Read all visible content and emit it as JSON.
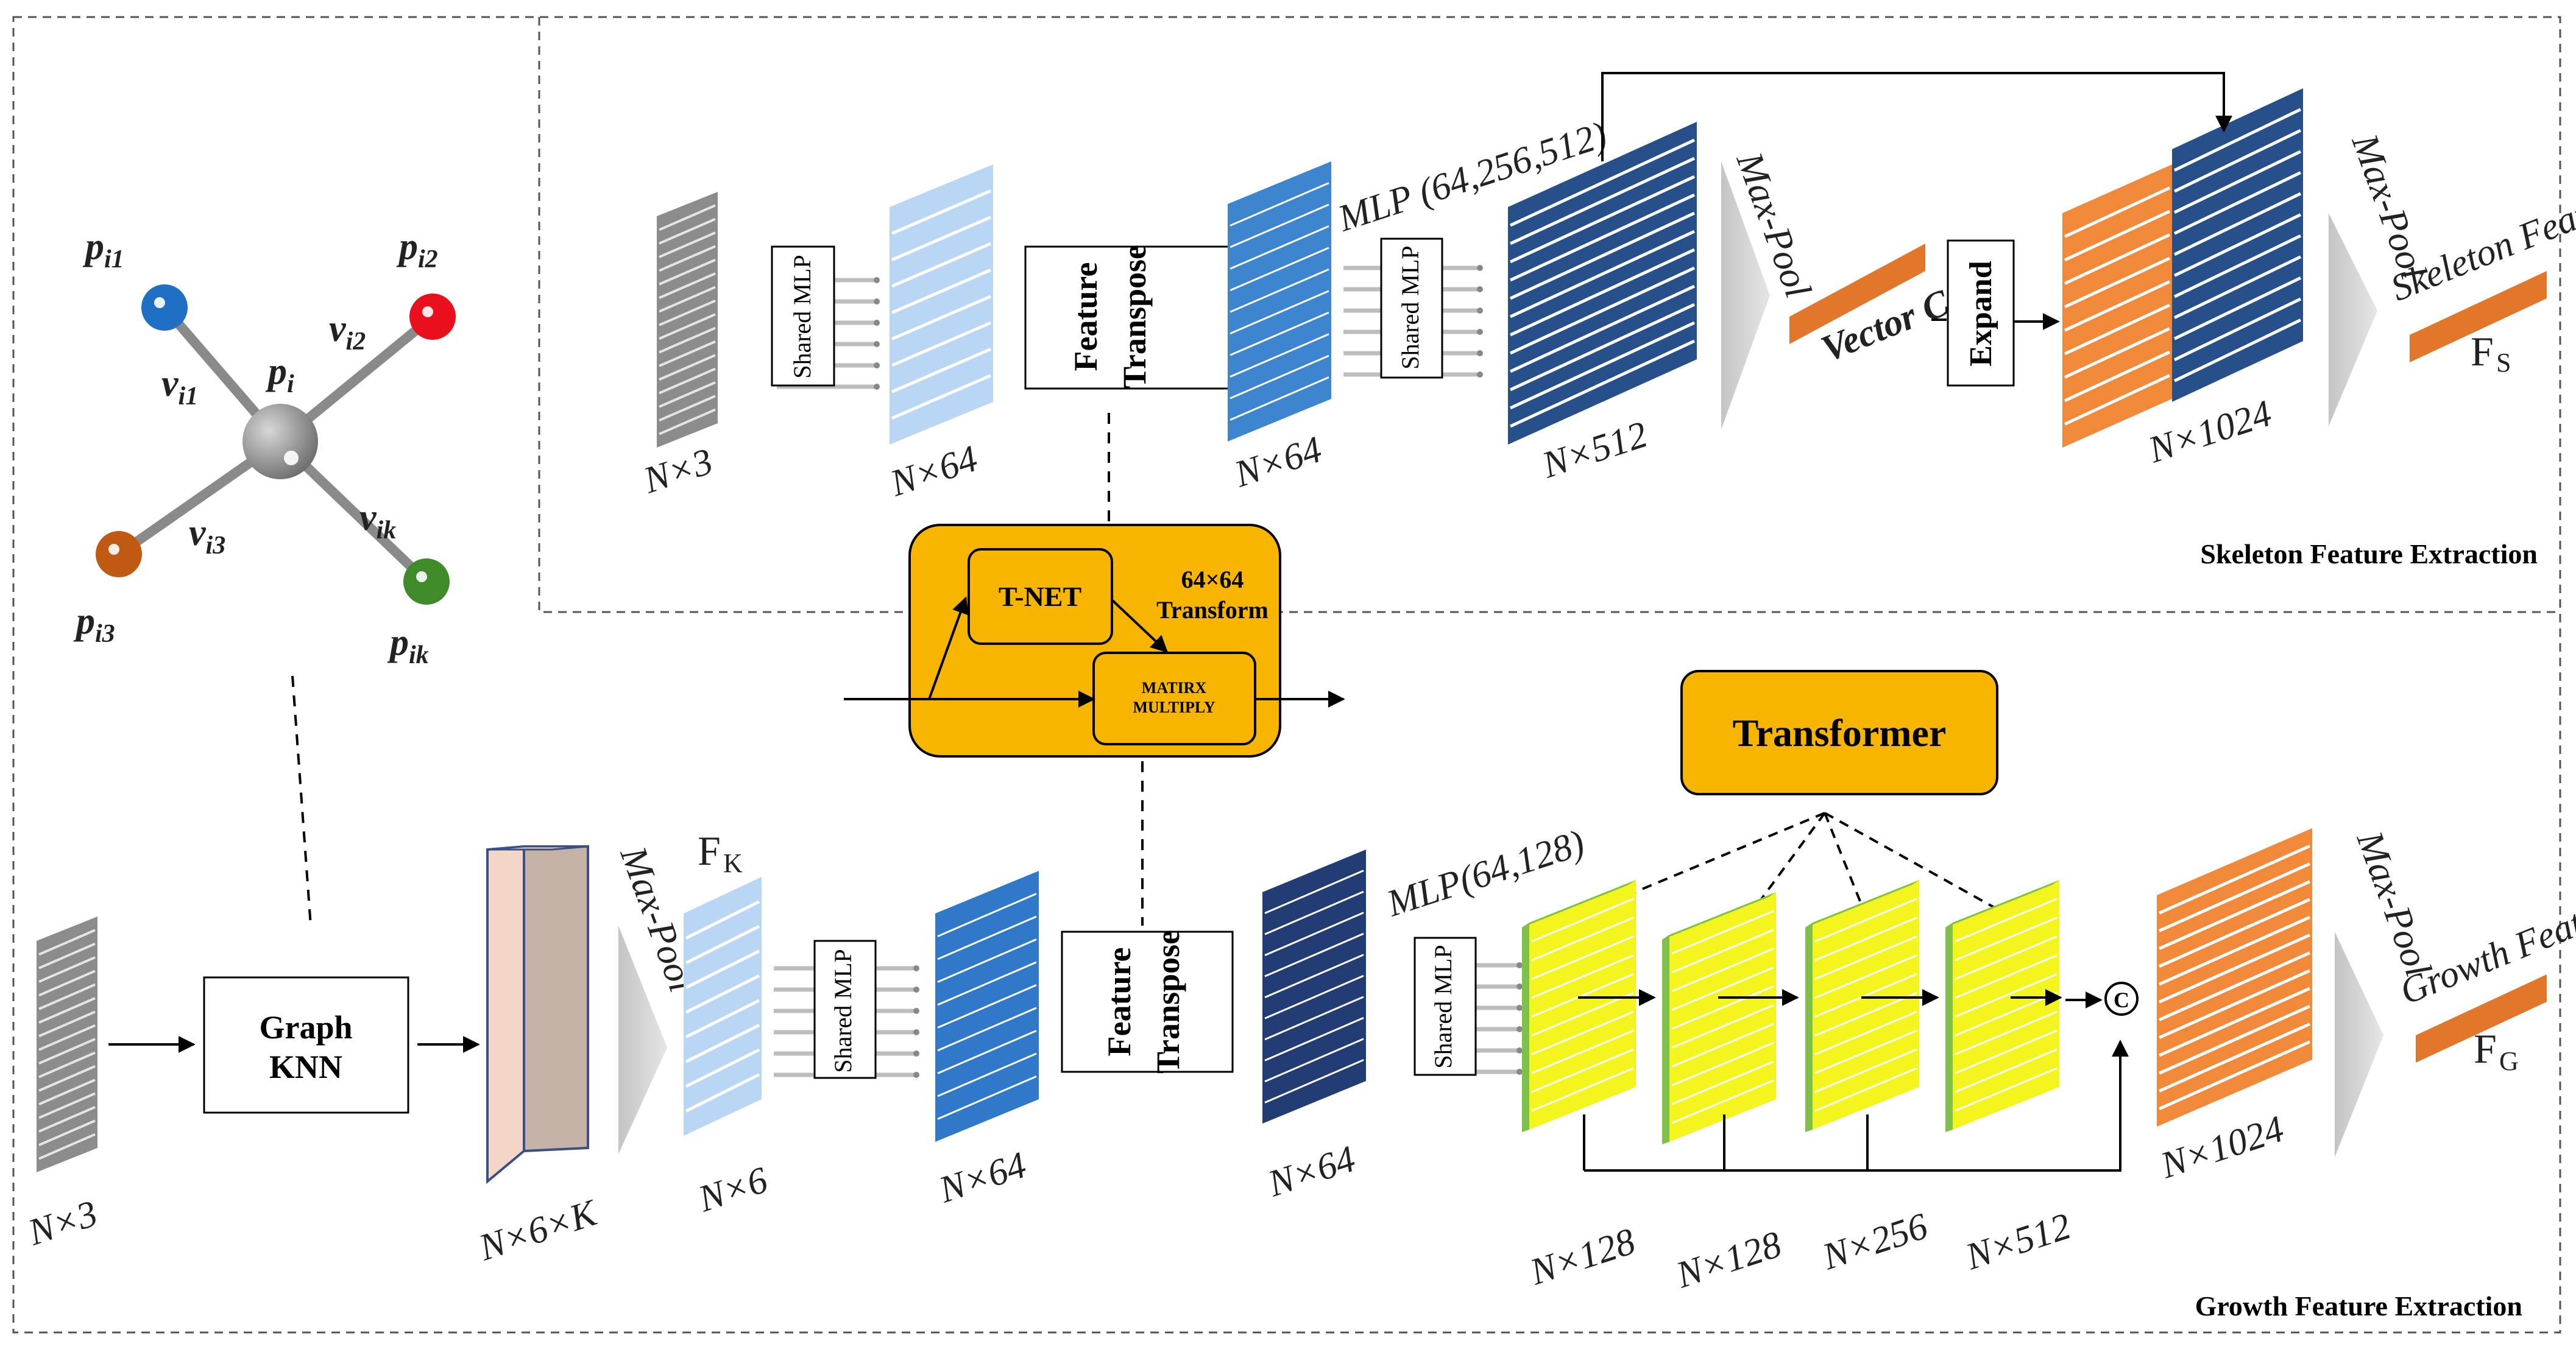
{
  "graph_node": {
    "center": "p",
    "center_sub": "i",
    "neighbors": [
      {
        "name": "p",
        "sub": "i1",
        "edge": "v",
        "edge_sub": "i1",
        "color": "#1f6fc4"
      },
      {
        "name": "p",
        "sub": "i2",
        "edge": "v",
        "edge_sub": "i2",
        "color": "#e8101c"
      },
      {
        "name": "p",
        "sub": "i3",
        "edge": "v",
        "edge_sub": "i3",
        "color": "#c05a12"
      },
      {
        "name": "p",
        "sub": "ik",
        "edge": "v",
        "edge_sub": "ik",
        "color": "#3f8b2a"
      }
    ]
  },
  "sections": {
    "skeleton_title": "Skeleton Feature Extraction",
    "growth_title": "Growth Feature Extraction"
  },
  "skeleton": {
    "input_dim": "N×3",
    "shared_mlp_1": "Shared MLP",
    "dim_64a": "N×64",
    "feature_transpose": [
      "Feature",
      "Transpose"
    ],
    "dim_64b": "N×64",
    "mlp_label": "MLP (64,256,512)",
    "shared_mlp_2": "Shared MLP",
    "dim_512": "N×512",
    "maxpool_1": "Max-Pool",
    "vector_c": "Vector C",
    "expand": "Expand",
    "dim_1024": "N×1024",
    "maxpool_2": "Max-Pool",
    "feature_label": "Skeleton Feature",
    "fs": "F",
    "fs_sub": "S"
  },
  "tnet_block": {
    "tnet": "T-NET",
    "transform": [
      "64×64",
      "Transform"
    ],
    "matmul": [
      "MATIRX",
      "MULTIPLY"
    ]
  },
  "growth": {
    "input_dim": "N×3",
    "graph_knn": [
      "Graph",
      "KNN"
    ],
    "dim_6k": "N×6×K",
    "maxpool_1": "Max-Pool",
    "fk": "F",
    "fk_sub": "K",
    "dim_6": "N×6",
    "shared_mlp_1": "Shared MLP",
    "dim_64a": "N×64",
    "feature_transpose": [
      "Feature",
      "Transpose"
    ],
    "dim_64b": "N×64",
    "mlp_label": "MLP(64,128)",
    "shared_mlp_2": "Shared MLP",
    "transformer": "Transformer",
    "dims": [
      "N×128",
      "N×128",
      "N×256",
      "N×512"
    ],
    "concat": "C",
    "dim_1024": "N×1024",
    "maxpool_2": "Max-Pool",
    "feature_label": "Growth Feature",
    "fg": "F",
    "fg_sub": "G"
  },
  "colors": {
    "gray": "#8c8c8c",
    "light_blue": "#b9d6f5",
    "mid_blue": "#2f79c8",
    "mid_blue2": "#3d85cf",
    "dark_blue": "#27508a",
    "navy": "#223d73",
    "orange": "#f0893a",
    "vector_orange": "#e2762a",
    "yellow": "#f4f51e",
    "yellow_edge": "#7fbf4a",
    "tnet_fill": "#f7b500",
    "transformer_fill": "#f7b500",
    "knn_box": "#efd2c5",
    "knn_side": "#c7b2a6"
  }
}
